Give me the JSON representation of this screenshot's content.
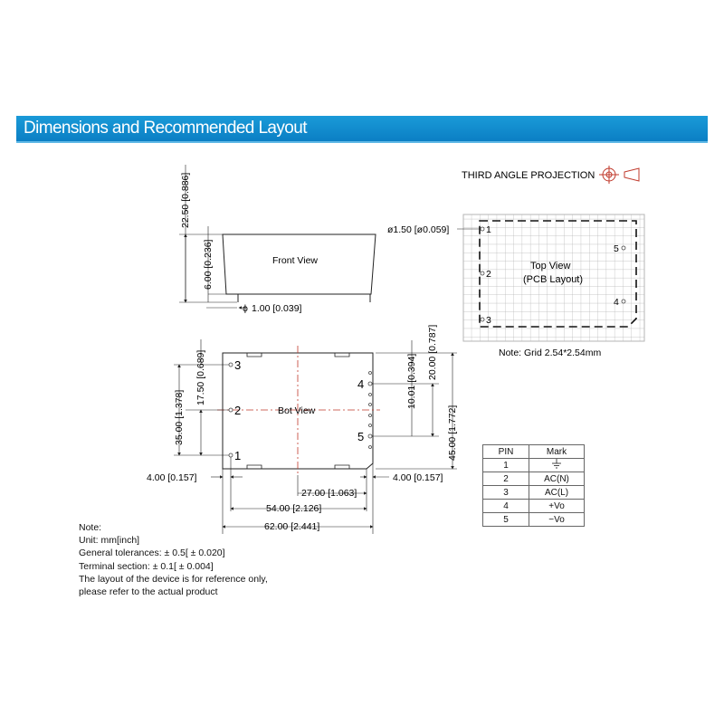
{
  "header": {
    "title": "Dimensions and Recommended Layout"
  },
  "projection": {
    "label": "THIRD ANGLE PROJECTION"
  },
  "front_view": {
    "label": "Front View",
    "dim_height": "22.50 [0.886]",
    "dim_pin": "6.00 [0.236]",
    "dim_pin_dia": "1.00 [0.039]",
    "dia_symbol": "ϕ"
  },
  "top_view": {
    "label": "Top View",
    "sublabel": "(PCB Layout)",
    "hole_dim": "ø1.50 [ø0.059]",
    "grid_note": "Note: Grid 2.54*2.54mm",
    "pins": [
      "1",
      "2",
      "3",
      "4",
      "5"
    ]
  },
  "bot_view": {
    "label": "Bot View",
    "pins": [
      "1",
      "2",
      "3",
      "4",
      "5"
    ],
    "dim_width_total": "62.00 [2.441]",
    "dim_pitch_outer": "54.00 [2.126]",
    "dim_half": "27.00 [1.063]",
    "dim_left_offset": "4.00 [0.157]",
    "dim_right_offset": "4.00 [0.157]",
    "dim_height_total": "45.00 [1.772]",
    "dim_left_35": "35.00 [1.378]",
    "dim_left_17": "17.50 [0.689]",
    "dim_right_20": "20.00 [0.787]",
    "dim_right_10": "10.01 [0.394]"
  },
  "notes": {
    "lines": [
      "Note:",
      "Unit: mm[inch]",
      "General tolerances:  ± 0.5[ ± 0.020]",
      "Terminal section:  ± 0.1[ ± 0.004]",
      "The layout of the device is for reference only,",
      "please refer to the actual product"
    ]
  },
  "pin_table": {
    "headers": [
      "PIN",
      "Mark"
    ],
    "rows": [
      {
        "pin": "1",
        "mark": "",
        "mark_icon": "ground-icon"
      },
      {
        "pin": "2",
        "mark": "AC(N)"
      },
      {
        "pin": "3",
        "mark": "AC(L)"
      },
      {
        "pin": "4",
        "mark": "+Vo"
      },
      {
        "pin": "5",
        "mark": "−Vo"
      }
    ]
  },
  "colors": {
    "header_bg": "#0b7fc4",
    "center_line": "#c0392b",
    "grid": "#b5b5b5"
  }
}
